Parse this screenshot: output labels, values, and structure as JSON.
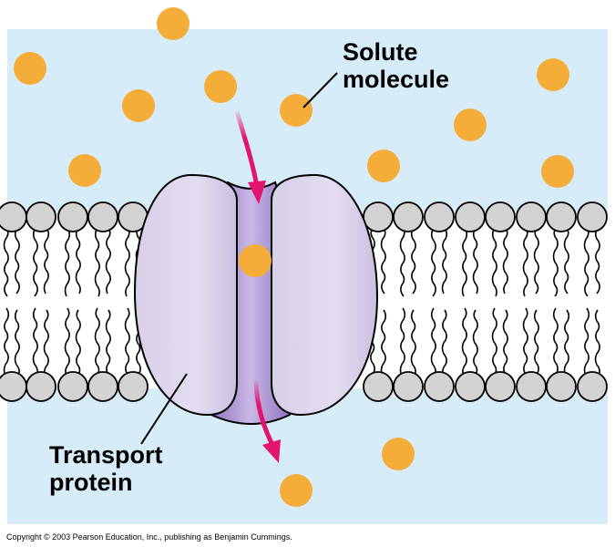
{
  "labels": {
    "solute": [
      "Solute",
      "molecule"
    ],
    "transport": [
      "Transport",
      "protein"
    ]
  },
  "copyright": "Copyright © 2003 Pearson Education, Inc., publishing as Benjamin Cummings.",
  "colors": {
    "extracellular": "#d6edf9",
    "solute": "#f5ad3a",
    "phospholipid_head": "#d3d3d3",
    "protein": "#dcd3ea",
    "protein_channel": "#a68ccd",
    "arrow": "#e1156e"
  },
  "icons": [
    "solute-molecule-icon",
    "phospholipid-head-icon",
    "transport-protein-icon",
    "arrow-icon"
  ]
}
